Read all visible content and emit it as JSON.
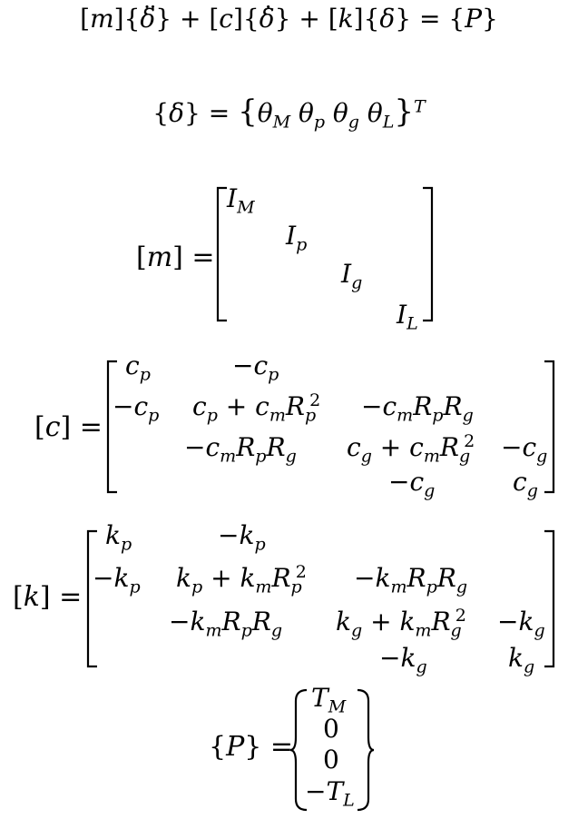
{
  "equation_of_motion": {
    "m": "m",
    "delta": "δ",
    "c": "c",
    "k": "k",
    "P": "P",
    "plus": "+",
    "equals": "="
  },
  "displacement_vector": {
    "delta": "δ",
    "theta": "θ",
    "subs": [
      "M",
      "p",
      "g",
      "L"
    ],
    "transpose": "T"
  },
  "matrix_m": {
    "symbol": "m",
    "diagonal": [
      {
        "base": "I",
        "sub": "M"
      },
      {
        "base": "I",
        "sub": "p"
      },
      {
        "base": "I",
        "sub": "g"
      },
      {
        "base": "I",
        "sub": "L"
      }
    ]
  },
  "matrix_c": {
    "symbol": "c",
    "coef": "c",
    "mesh": "m",
    "radius": "R",
    "subs": {
      "p": "p",
      "g": "g"
    },
    "square": "2",
    "minus": "−",
    "plus": "+"
  },
  "matrix_k": {
    "symbol": "k",
    "coef": "k",
    "mesh": "m",
    "radius": "R",
    "subs": {
      "p": "p",
      "g": "g"
    },
    "square": "2",
    "minus": "−",
    "plus": "+"
  },
  "force_vector": {
    "symbol": "P",
    "entries": [
      {
        "base": "T",
        "sub": "M",
        "sign": ""
      },
      {
        "base": "0",
        "sub": "",
        "sign": ""
      },
      {
        "base": "0",
        "sub": "",
        "sign": ""
      },
      {
        "base": "T",
        "sub": "L",
        "sign": "−"
      }
    ]
  }
}
